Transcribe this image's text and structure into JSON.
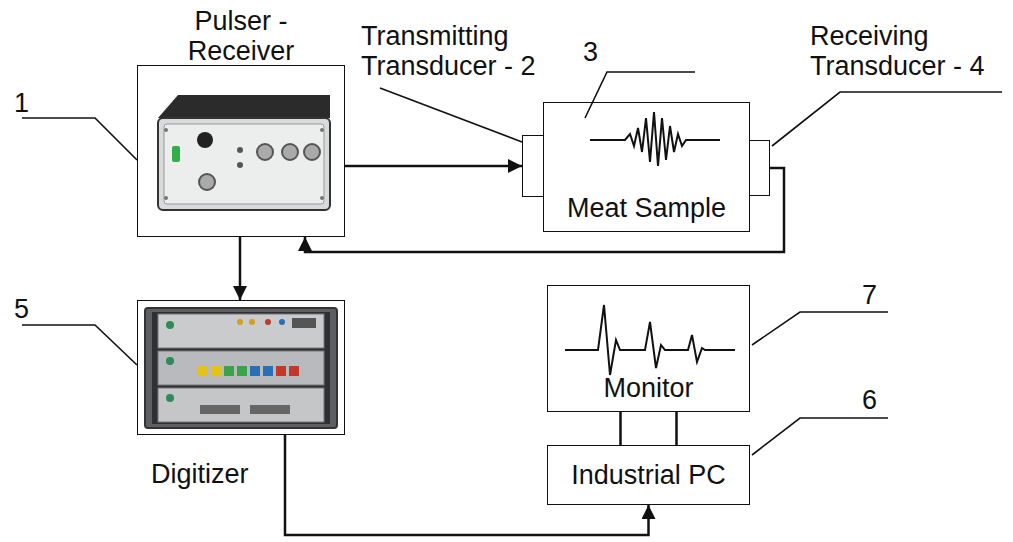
{
  "diagram": {
    "nodes": [
      {
        "text": [
          "Pulser - Receiver"
        ]
      },
      {
        "text": [
          "Transmitting Transducer - 2"
        ]
      },
      {
        "text": [
          "Meat Sample"
        ]
      },
      {
        "text": [
          "Receiving Transducer - 4"
        ]
      },
      {
        "text": [
          "Digitizer"
        ]
      },
      {
        "text": [
          "Monitor"
        ]
      },
      {
        "text": [
          "Industrial PC"
        ]
      }
    ],
    "edges": [
      {
        "from": 0,
        "to": 1,
        "arrow": "to"
      },
      {
        "from": 3,
        "to": 0,
        "arrow": "to"
      },
      {
        "from": 0,
        "to": 4,
        "arrow": "to"
      },
      {
        "from": 4,
        "to": 6,
        "arrow": "to"
      },
      {
        "from": 5,
        "to": 6,
        "arrow": "none"
      }
    ],
    "labels": [
      "1",
      "3",
      "5",
      "7",
      "6"
    ]
  }
}
